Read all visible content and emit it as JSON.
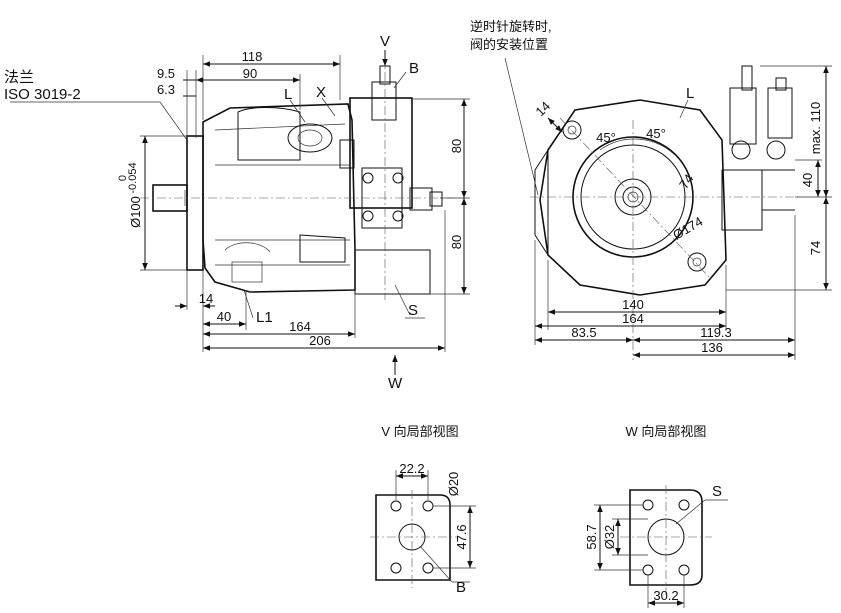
{
  "notes": {
    "flange_label": "法兰",
    "flange_std": "ISO 3019-2",
    "rotation_line1": "逆时针旋转时,",
    "rotation_line2": "阀的安装位置"
  },
  "view_captions": {
    "v_view": "V 向局部视图",
    "w_view": "W 向局部视图"
  },
  "side_view": {
    "dims": {
      "d118": "118",
      "d90": "90",
      "d9_5": "9.5",
      "d6_3": "6.3",
      "d80_top": "80",
      "d80_bot": "80",
      "d14": "14",
      "d40": "40",
      "d164": "164",
      "d206": "206",
      "dia100": "Ø100",
      "tol_upper": "0",
      "tol_lower": "-0.054"
    },
    "labels": {
      "V": "V",
      "B": "B",
      "L": "L",
      "X": "X",
      "L1": "L1",
      "S": "S",
      "W": "W"
    }
  },
  "front_view": {
    "dims": {
      "d14": "14",
      "a45_left": "45°",
      "a45_right": "45°",
      "d74_diag": "74",
      "dia174": "Ø174",
      "max110": "max. 110",
      "d40": "40",
      "d74": "74",
      "d140": "140",
      "d164": "164",
      "d83_5": "83.5",
      "d119_3": "119.3",
      "d136": "136"
    },
    "labels": {
      "L": "L"
    }
  },
  "v_view": {
    "dims": {
      "d22_2": "22.2",
      "dia20": "Ø20",
      "d47_6": "47.6"
    },
    "labels": {
      "B": "B"
    }
  },
  "w_view": {
    "dims": {
      "d58_7": "58.7",
      "dia32": "Ø32",
      "d30_2": "30.2"
    },
    "labels": {
      "S": "S"
    }
  }
}
